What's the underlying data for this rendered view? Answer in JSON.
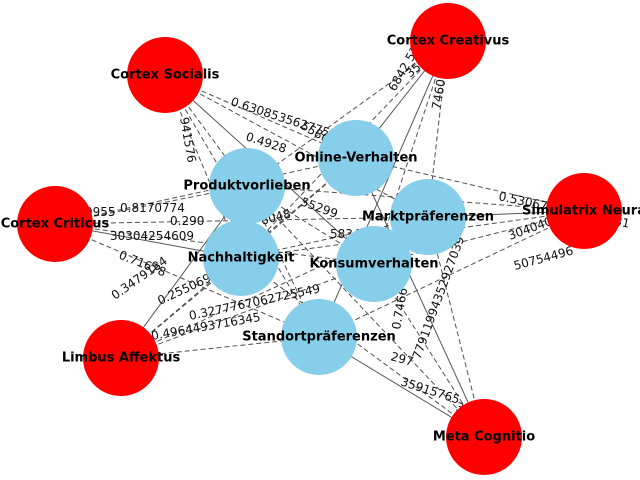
{
  "colors": {
    "outer": "#ff0000",
    "inner": "#87ceeb",
    "edge": "#333333"
  },
  "outer_nodes": [
    {
      "id": "cortex_creativus",
      "label": "Cortex Creativus"
    },
    {
      "id": "cortex_socialis",
      "label": "Cortex Socialis"
    },
    {
      "id": "cortex_criticus",
      "label": "Cortex Criticus"
    },
    {
      "id": "simulatrix_neuralis",
      "label": "Simulatrix Neura"
    },
    {
      "id": "limbus_affektus",
      "label": "Limbus Affektus"
    },
    {
      "id": "meta_cognitio",
      "label": "Meta Cognitio"
    }
  ],
  "inner_nodes": [
    {
      "id": "online_verhalten",
      "label": "Online-Verhalten"
    },
    {
      "id": "produktvorlieben",
      "label": "Produktvorlieben"
    },
    {
      "id": "marktpraeferenzen",
      "label": "Marktpräferenzen"
    },
    {
      "id": "nachhaltigkeit",
      "label": "Nachhaltigkeit"
    },
    {
      "id": "konsumverhalten",
      "label": "Konsumverhalten"
    },
    {
      "id": "standortpraeferenzen",
      "label": "Standortpräferenzen"
    }
  ],
  "edge_weights": [
    "0.8170774",
    "0.290",
    "0.71678",
    "0.4928",
    "5580381380308",
    "6842 5722",
    "3591",
    "7460293",
    "0.5306734712006981",
    "0.63085356277585",
    "941576",
    "50754496",
    "3040404432207",
    "30304254609",
    "0.3277767062725549",
    "0.4964493716345",
    "0.2550694449",
    "0.3479184",
    "35915765",
    "304",
    "77911994352927039",
    "0.7466",
    "297",
    "55299",
    "6048",
    "5834",
    "9955"
  ]
}
